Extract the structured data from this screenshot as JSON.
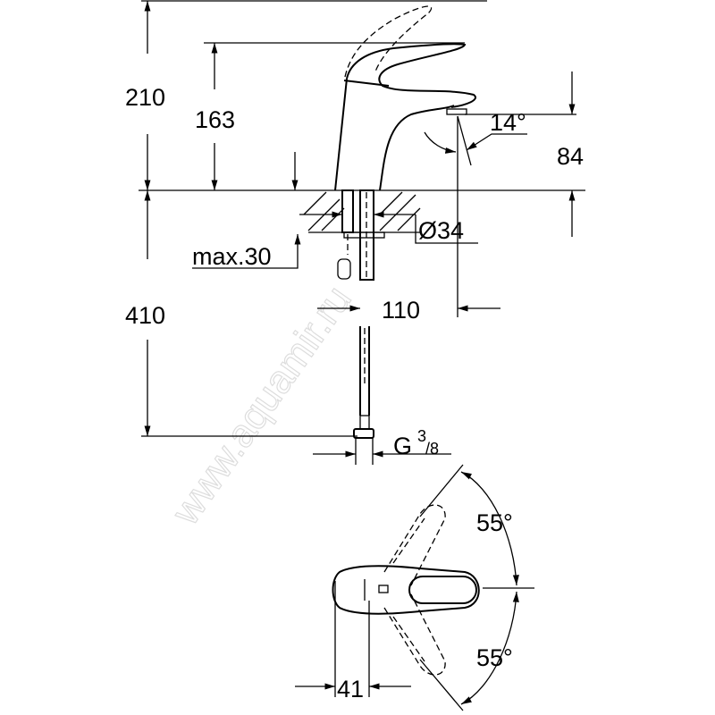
{
  "drawing": {
    "dimensions": {
      "total_height": "210",
      "lever_height": "163",
      "spout_height": "84",
      "spout_angle": "14°",
      "hole_diameter": "Ø34",
      "max_deck": "max.30",
      "below_deck": "410",
      "projection": "110",
      "connection_g": "G",
      "connection_num": "3",
      "connection_den": "/8",
      "lever_angle_up": "55°",
      "lever_angle_down": "55°",
      "plan_width": "41"
    },
    "watermark": "www.aquamir.ru"
  }
}
